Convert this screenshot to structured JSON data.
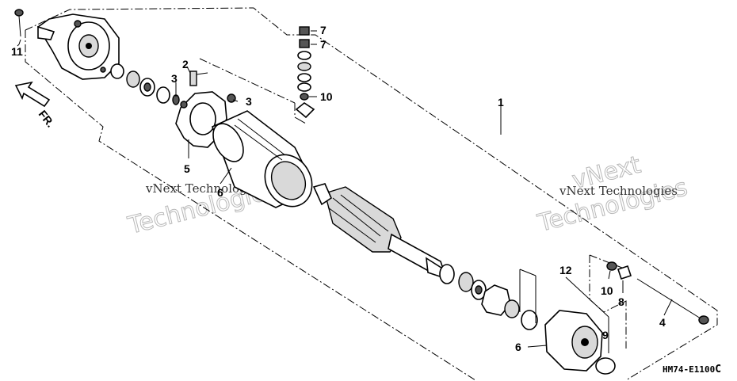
{
  "watermarks": [
    {
      "line1": "vNext",
      "line2": "Technologies",
      "caption": "vNext Technologies"
    },
    {
      "line1": "vNext",
      "line2": "Technologies",
      "caption": "vNext Technologies"
    }
  ],
  "diagram_code": "HM74-E1100",
  "diagram_code_suffix": "C",
  "front_marker": "FR.",
  "callouts": [
    {
      "id": "c11",
      "text": "11"
    },
    {
      "id": "c7a",
      "text": "7"
    },
    {
      "id": "c7b",
      "text": "7"
    },
    {
      "id": "c2",
      "text": "2"
    },
    {
      "id": "c3a",
      "text": "3"
    },
    {
      "id": "c3b",
      "text": "3"
    },
    {
      "id": "c10a",
      "text": "10"
    },
    {
      "id": "c1",
      "text": "1"
    },
    {
      "id": "c5",
      "text": "5"
    },
    {
      "id": "c6a",
      "text": "6"
    },
    {
      "id": "c12",
      "text": "12"
    },
    {
      "id": "c10b",
      "text": "10"
    },
    {
      "id": "c8",
      "text": "8"
    },
    {
      "id": "c4",
      "text": "4"
    },
    {
      "id": "c9",
      "text": "9"
    },
    {
      "id": "c6b",
      "text": "6"
    }
  ]
}
